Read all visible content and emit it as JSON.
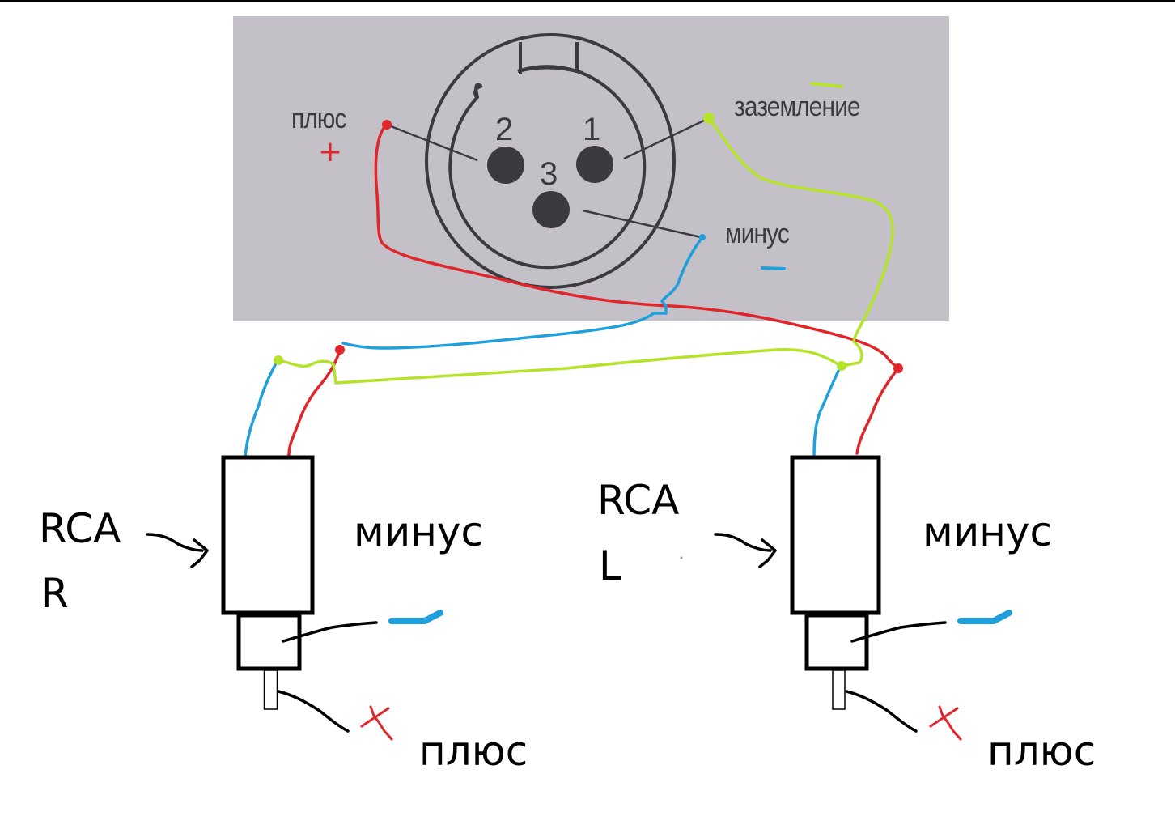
{
  "diagram": {
    "title": "XLR to RCA wiring",
    "xlr": {
      "pin_labels": {
        "pin1": "1",
        "pin2": "2",
        "pin3": "3"
      },
      "labels": {
        "plus": "плюс",
        "ground": "заземление",
        "minus": "минус"
      },
      "marks": {
        "plus_sign": "+"
      }
    },
    "rca_right": {
      "name_line1": "RCA",
      "name_line2": "R",
      "minus_label": "минус",
      "plus_label": "плюс"
    },
    "rca_left": {
      "name_line1": "RCA",
      "name_line2": "L",
      "minus_label": "минус",
      "plus_label": "плюс"
    },
    "wires": [
      {
        "name": "plus-wire",
        "color": "#e0252b",
        "from": "XLR pin 2",
        "to": "RCA plus (both)"
      },
      {
        "name": "minus-wire",
        "color": "#1fa0dc",
        "from": "XLR pin 3",
        "to": "RCA minus (both)"
      },
      {
        "name": "ground-wire",
        "color": "#b5e22a",
        "from": "XLR pin 1",
        "to": "RCA junctions"
      }
    ],
    "colors": {
      "red": "#e0252b",
      "blue": "#1fa0dc",
      "green": "#b5e22a",
      "panel": "#c4c0c8",
      "ink": "#3b3a40"
    }
  }
}
